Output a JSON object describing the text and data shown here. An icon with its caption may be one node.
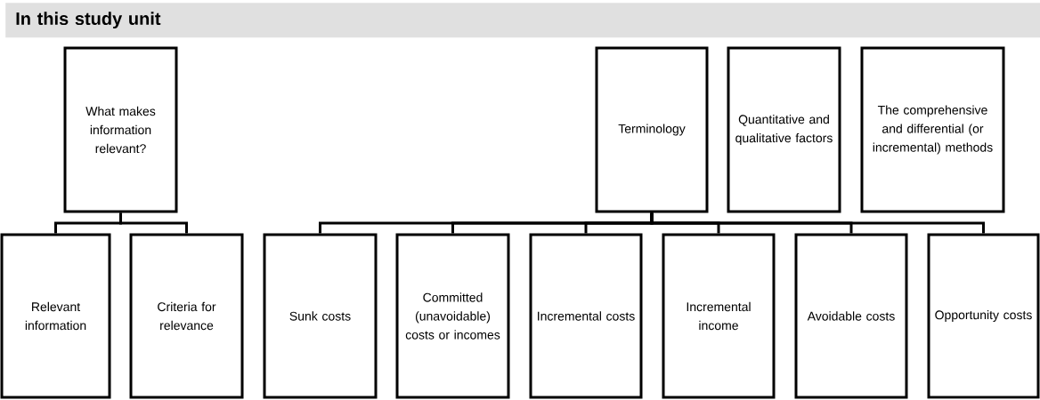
{
  "diagram": {
    "title": "In this study unit",
    "nodes": [
      {
        "text": [
          "What makes information relevant?"
        ]
      },
      {
        "text": [
          "Relevant information"
        ]
      },
      {
        "text": [
          "Criteria for relevance"
        ]
      },
      {
        "text": [
          "Terminology"
        ]
      },
      {
        "text": [
          "Quantitative and qualitative factors"
        ]
      },
      {
        "text": [
          "The comprehensive and differential (or incremental) methods"
        ]
      },
      {
        "text": [
          "Sunk costs"
        ]
      },
      {
        "text": [
          "Committed (unavoidable) costs or incomes"
        ]
      },
      {
        "text": [
          "Incremental costs"
        ]
      },
      {
        "text": [
          "Incremental income"
        ]
      },
      {
        "text": [
          "Avoidable costs"
        ]
      },
      {
        "text": [
          "Opportunity costs"
        ]
      }
    ],
    "edges": [
      {
        "from": 0,
        "to": 1,
        "arrow": "none"
      },
      {
        "from": 0,
        "to": 2,
        "arrow": "none"
      },
      {
        "from": 3,
        "to": 6,
        "arrow": "none"
      },
      {
        "from": 3,
        "to": 7,
        "arrow": "none"
      },
      {
        "from": 3,
        "to": 8,
        "arrow": "none"
      },
      {
        "from": 3,
        "to": 9,
        "arrow": "none"
      },
      {
        "from": 3,
        "to": 10,
        "arrow": "none"
      },
      {
        "from": 3,
        "to": 11,
        "arrow": "none"
      }
    ]
  }
}
